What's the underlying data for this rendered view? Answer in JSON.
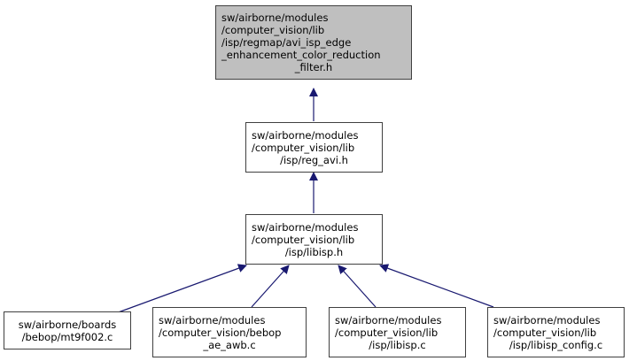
{
  "diagram": {
    "type": "include-dependency-graph",
    "colors": {
      "root_fill": "#bfbfbf",
      "node_fill": "#ffffff",
      "border": "#404040",
      "edge": "#191970"
    },
    "nodes": [
      {
        "id": "root",
        "lines": [
          "sw/airborne/modules",
          "/computer_vision/lib",
          "/isp/regmap/avi_isp_edge",
          "_enhancement_color_reduction",
          "_filter.h"
        ]
      },
      {
        "id": "reg_avi",
        "lines": [
          "sw/airborne/modules",
          "/computer_vision/lib",
          "/isp/reg_avi.h"
        ]
      },
      {
        "id": "libisp_h",
        "lines": [
          "sw/airborne/modules",
          "/computer_vision/lib",
          "/isp/libisp.h"
        ]
      },
      {
        "id": "mt9f002",
        "lines": [
          "sw/airborne/boards",
          "/bebop/mt9f002.c"
        ]
      },
      {
        "id": "bebop_ae_awb",
        "lines": [
          "sw/airborne/modules",
          "/computer_vision/bebop",
          "_ae_awb.c"
        ]
      },
      {
        "id": "libisp_c",
        "lines": [
          "sw/airborne/modules",
          "/computer_vision/lib",
          "/isp/libisp.c"
        ]
      },
      {
        "id": "libisp_config",
        "lines": [
          "sw/airborne/modules",
          "/computer_vision/lib",
          "/isp/libisp_config.c"
        ]
      }
    ],
    "edges": [
      {
        "from": "reg_avi",
        "to": "root"
      },
      {
        "from": "libisp_h",
        "to": "reg_avi"
      },
      {
        "from": "mt9f002",
        "to": "libisp_h"
      },
      {
        "from": "bebop_ae_awb",
        "to": "libisp_h"
      },
      {
        "from": "libisp_c",
        "to": "libisp_h"
      },
      {
        "from": "libisp_config",
        "to": "libisp_h"
      }
    ]
  }
}
